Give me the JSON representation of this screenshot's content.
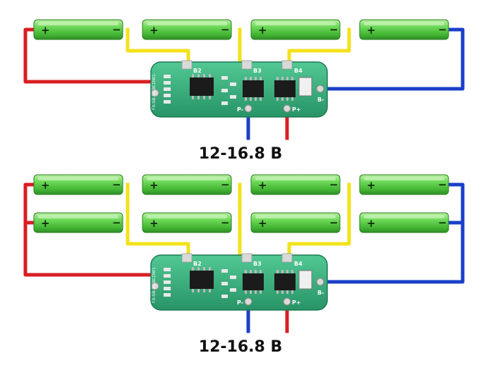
{
  "diagrams": [
    {
      "id": "single-row-4s",
      "voltage_label": "12-16.8 В",
      "cell_rows": 1
    },
    {
      "id": "parallel-4s2p",
      "voltage_label": "12-16.8 В",
      "cell_rows": 2
    }
  ],
  "cell": {
    "positive_mark": "+",
    "negative_mark": "−"
  },
  "board": {
    "pad_labels": [
      "B2",
      "B3",
      "B4",
      "B-",
      "P-",
      "P+"
    ],
    "silkscreen": "FX-SB-RGBCDW1"
  },
  "colors": {
    "cell_body": "#5ccf46",
    "cell_highlight": "#b8f0a0",
    "wire_positive": "#d81e24",
    "wire_negative": "#1a3fc8",
    "wire_balance": "#f2e21a",
    "pcb": "#2fae7a",
    "chip": "#1b1b1b"
  }
}
